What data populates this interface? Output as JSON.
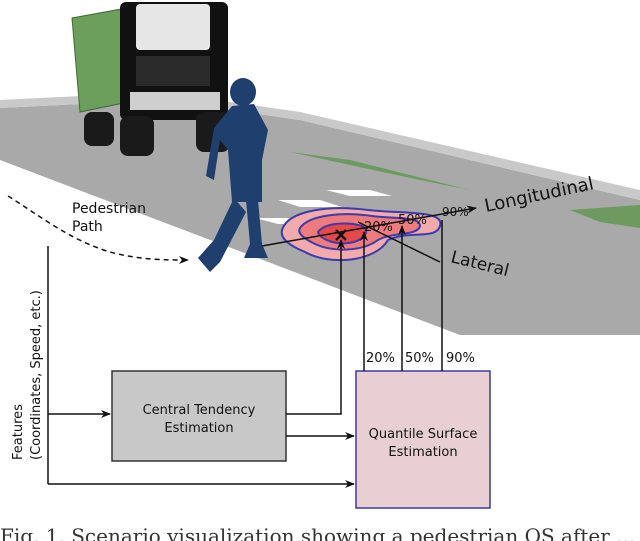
{
  "labels": {
    "pedestrian_path_line1": "Pedestrian",
    "pedestrian_path_line2": "Path",
    "longitudinal": "Longitudinal",
    "lateral": "Lateral",
    "features_line1": "Features",
    "features_line2": "(Coordinates, Speed, etc.)"
  },
  "contour_labels": [
    "20%",
    "50%",
    "90%"
  ],
  "quantile_labels": [
    "20%",
    "50%",
    "90%"
  ],
  "boxes": {
    "central": {
      "line1": "Central Tendency",
      "line2": "Estimation",
      "fill": "#c8c8c8"
    },
    "quantile": {
      "line1": "Quantile Surface",
      "line2": "Estimation",
      "fill": "#e8d0d2",
      "border": "#3a3aa0"
    }
  },
  "caption": "Fig. 1.  Scenario visualization showing a pedestrian QS after ..."
}
